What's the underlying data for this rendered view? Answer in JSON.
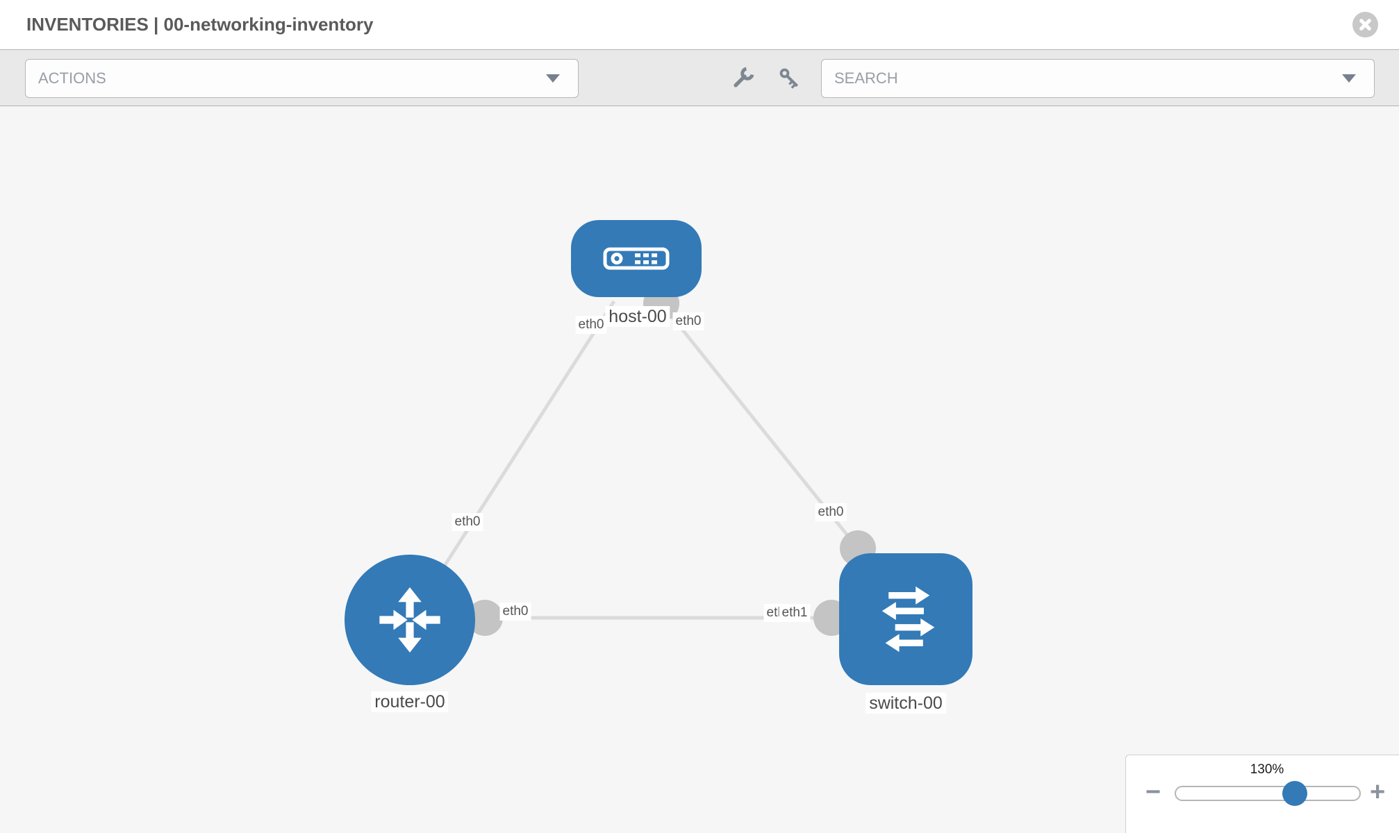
{
  "header": {
    "title": "INVENTORIES | 00-networking-inventory"
  },
  "toolbar": {
    "actions_label": "ACTIONS",
    "search_label": "SEARCH"
  },
  "topology": {
    "nodes": [
      {
        "label": "host-00",
        "type": "host"
      },
      {
        "label": "router-00",
        "type": "router"
      },
      {
        "label": "switch-00",
        "type": "switch"
      }
    ],
    "links": [
      {
        "from": "host-00",
        "to": "router-00",
        "from_if": "eth0",
        "to_if": "eth0"
      },
      {
        "from": "host-00",
        "to": "switch-00",
        "from_if": "eth0",
        "to_if": "eth0"
      },
      {
        "from": "router-00",
        "to": "switch-00",
        "from_if": "eth0",
        "to_if": "eth1"
      }
    ]
  },
  "zoom_control": {
    "level": "130%",
    "minus_label": "−",
    "plus_label": "+"
  },
  "colors": {
    "node_blue": "#337ab7",
    "link_gray": "#dbdbdb",
    "connector_gray": "#c4c4c4"
  }
}
